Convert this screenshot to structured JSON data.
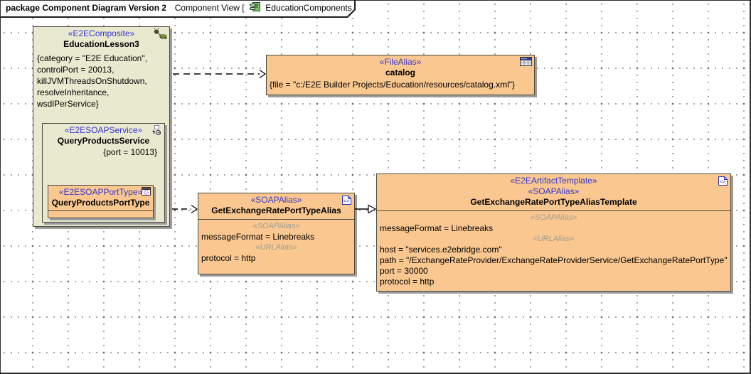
{
  "header": {
    "title": "package Component Diagram Version 2",
    "context_label": "Component View [",
    "diagram_name": "EducationComponents",
    "closing_bracket": "]"
  },
  "colors": {
    "olive_fill": "#e9e9d0",
    "orange_fill": "#f9c78f",
    "stereotype_blue": "#3737ce",
    "stereotype_gray": "#9d9d94",
    "node_border": "#4a4a3e",
    "shadow": "#9c9c9c",
    "grid_dot": "#8a8a8a"
  },
  "icons": {
    "header_component": "component-icon",
    "education_lesson": "composite-icon",
    "service": "soap-service-icon",
    "port_type": "port-type-icon",
    "catalog": "file-alias-icon",
    "alias": "artifact-icon",
    "template": "artifact-icon"
  },
  "nodes": {
    "education_lesson": {
      "stereotype": "«E2EComposite»",
      "name": "EducationLesson3",
      "properties": [
        "{category = \"E2E Education\",",
        "controlPort = 20013,",
        "killJVMThreadsOnShutdown,",
        "resolveInheritance,",
        "wsdlPerService}"
      ]
    },
    "query_products_service": {
      "stereotype": "«E2ESOAPService»",
      "name": "QueryProductsService",
      "constraint": "{port = 10013}"
    },
    "query_products_port_type": {
      "stereotype": "«E2ESOAPPortType»",
      "name": "QueryProductsPortType"
    },
    "catalog": {
      "stereotype": "«FileAlias»",
      "name": "catalog",
      "property": "{file = \"c:/E2E Builder Projects/Education/resources/catalog.xml\"}"
    },
    "exchange_alias": {
      "stereotype": "«SOAPAlias»",
      "name": "GetExchangeRatePortTypeAlias",
      "section_soap": {
        "stereotype": "«SOAPAlias»",
        "lines": [
          "messageFormat = Linebreaks"
        ]
      },
      "section_url": {
        "stereotype": "«URLAlias»",
        "lines": [
          "protocol = http"
        ]
      }
    },
    "exchange_alias_template": {
      "stereotypes": [
        "«E2EArtifactTemplate»",
        "«SOAPAlias»"
      ],
      "name": "GetExchangeRatePortTypeAliasTemplate",
      "section_soap": {
        "stereotype": "«SOAPAlias»",
        "lines": [
          "messageFormat = Linebreaks"
        ]
      },
      "section_url": {
        "stereotype": "«URLAlias»",
        "lines": [
          "host = \"services.e2ebridge.com\"",
          "path = \"/ExchangeRateProvider/ExchangeRateProviderService/GetExchangeRatePortType\"",
          "port = 30000",
          "protocol = http"
        ]
      }
    }
  }
}
